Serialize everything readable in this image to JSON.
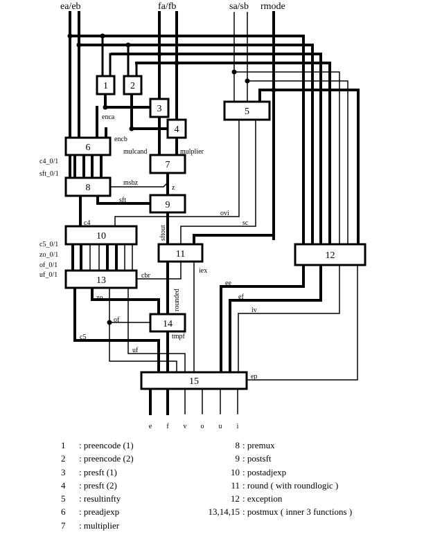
{
  "inputs": {
    "ea_eb": "ea/eb",
    "fa_fb": "fa/fb",
    "sa_sb": "sa/sb",
    "rmode": "rmode"
  },
  "blocks": {
    "b1": "1",
    "b2": "2",
    "b3": "3",
    "b4": "4",
    "b5": "5",
    "b6": "6",
    "b7": "7",
    "b8": "8",
    "b9": "9",
    "b10": "10",
    "b11": "11",
    "b12": "12",
    "b13": "13",
    "b14": "14",
    "b15": "15"
  },
  "signals": {
    "enca": "enca",
    "encb": "encb",
    "mulcand": "mulcand",
    "mulplier": "mulplier",
    "c4_01": "c4_0/1",
    "sft_01": "sft_0/1",
    "msbz": "msbz",
    "z": "z",
    "sft": "sft",
    "c4": "c4",
    "sftout": "sftout",
    "ovi": "ovi",
    "sc": "sc",
    "c5_01": "c5_0/1",
    "zo_01": "zo_0/1",
    "of_01": "of_0/1",
    "uf_01": "uf_0/1",
    "cbr": "cbr",
    "iex": "iex",
    "rounded": "rounded",
    "ee": "ee",
    "ef": "ef",
    "iv": "iv",
    "zo": "zo",
    "of": "of",
    "c5": "c5",
    "tmpf": "tmpf",
    "uf": "uf",
    "ep": "ep"
  },
  "outputs": [
    "e",
    "f",
    "v",
    "o",
    "u",
    "i"
  ],
  "legend": {
    "left": [
      {
        "num": "1",
        "desc": ": preencode (1)"
      },
      {
        "num": "2",
        "desc": ": preencode (2)"
      },
      {
        "num": "3",
        "desc": ": presft (1)"
      },
      {
        "num": "4",
        "desc": ": presft (2)"
      },
      {
        "num": "5",
        "desc": ": resultinfty"
      },
      {
        "num": "6",
        "desc": ": preadjexp"
      },
      {
        "num": "7",
        "desc": ": multiplier"
      }
    ],
    "right": [
      {
        "num": "8",
        "desc": ": premux"
      },
      {
        "num": "9",
        "desc": ": postsft"
      },
      {
        "num": "10",
        "desc": ": postadjexp"
      },
      {
        "num": "11",
        "desc": ": round ( with roundlogic )"
      },
      {
        "num": "12",
        "desc": ": exception"
      },
      {
        "num": "13,14,15",
        "desc": ": postmux ( inner 3 functions )"
      }
    ]
  }
}
